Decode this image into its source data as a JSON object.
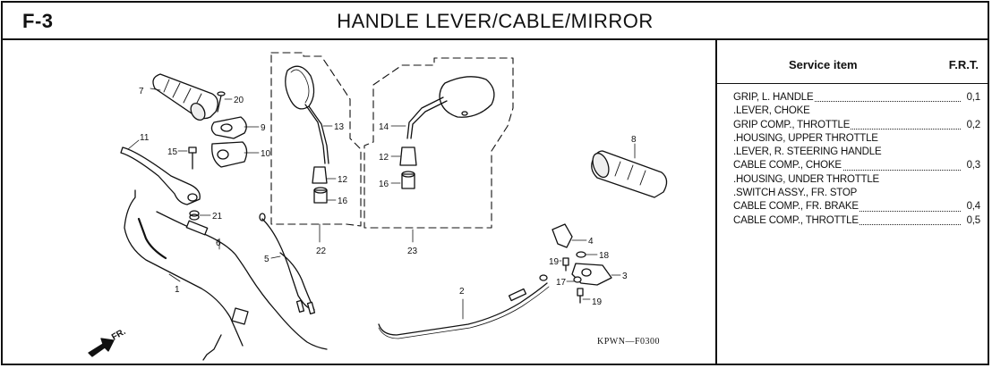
{
  "header": {
    "section_code": "F-3",
    "title": "HANDLE LEVER/CABLE/MIRROR"
  },
  "diagram": {
    "callouts": {
      "c1": "1",
      "c2": "2",
      "c3": "3",
      "c4": "4",
      "c5": "5",
      "c6": "6",
      "c7": "7",
      "c8": "8",
      "c9": "9",
      "c10": "10",
      "c11": "11",
      "c12a": "12",
      "c12b": "12",
      "c13": "13",
      "c14": "14",
      "c15": "15",
      "c16a": "16",
      "c16b": "16",
      "c17": "17",
      "c18": "18",
      "c19a": "19",
      "c19b": "19",
      "c20": "20",
      "c21": "21",
      "c22": "22",
      "c23": "23"
    },
    "front_label": "FR.",
    "drawing_code": "KPWN—F0300"
  },
  "service": {
    "header_item": "Service item",
    "header_frt": "F.R.T.",
    "items": [
      {
        "name": "GRIP, L. HANDLE",
        "frt": "0,1"
      },
      {
        "name": ".LEVER, CHOKE",
        "frt": ""
      },
      {
        "name": "GRIP COMP., THROTTLE",
        "frt": "0,2"
      },
      {
        "name": ".HOUSING, UPPER THROTTLE",
        "frt": ""
      },
      {
        "name": ".LEVER, R. STEERING HANDLE",
        "frt": ""
      },
      {
        "name": "CABLE COMP., CHOKE",
        "frt": "0,3"
      },
      {
        "name": ".HOUSING, UNDER THROTTLE",
        "frt": ""
      },
      {
        "name": ".SWITCH ASSY., FR. STOP",
        "frt": ""
      },
      {
        "name": "CABLE COMP., FR. BRAKE",
        "frt": "0,4"
      },
      {
        "name": "CABLE COMP., THROTTLE",
        "frt": "0,5"
      }
    ]
  }
}
